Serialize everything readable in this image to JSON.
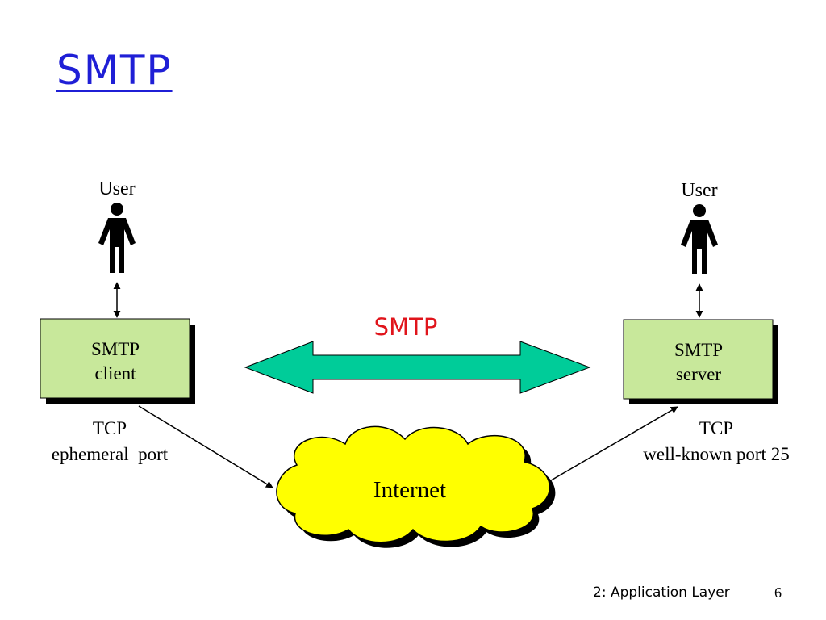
{
  "slide": {
    "title": "SMTP",
    "footer_label": "2: Application Layer",
    "number": "6"
  },
  "diagram": {
    "protocol_label": "SMTP",
    "client": {
      "user_label": "User",
      "box_line1": "SMTP",
      "box_line2": "client",
      "port_line1": "TCP",
      "port_line2": "ephemeral  port"
    },
    "server": {
      "user_label": "User",
      "box_line1": "SMTP",
      "box_line2": "server",
      "port_line1": "TCP",
      "port_line2": "well-known port 25"
    },
    "network_label": "Internet"
  },
  "colors": {
    "title": "#1f1fd6",
    "protocol_label": "#e0141b",
    "box_fill": "#c8e89b",
    "arrow_fill": "#00cc99",
    "cloud_fill": "#ffff00"
  }
}
